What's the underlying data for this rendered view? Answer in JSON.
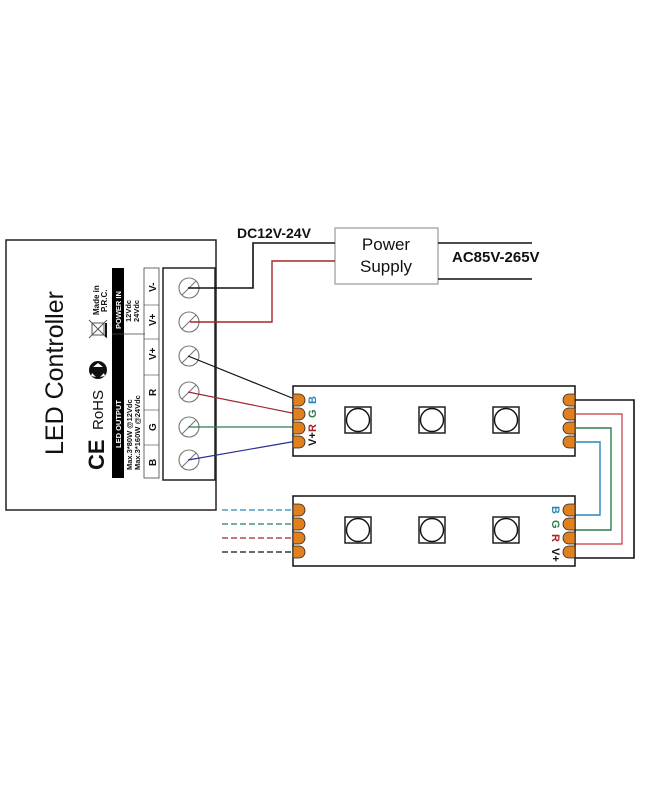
{
  "colors": {
    "black": "#111111",
    "red": "#a4262c",
    "green": "#2e7d4f",
    "blue_controller": "#2b2f8f",
    "blue_strip": "#2a86b8",
    "pad": "#e0801e",
    "label_bar": "#000000"
  },
  "controller": {
    "title": "LED Controller",
    "ce_mark": "CE",
    "rohs_mark": "RoHS",
    "recycle_icon": "recycle-icon",
    "weee_icon": "weee-bin-icon",
    "made_in_line1": "Made in",
    "made_in_line2": "P.R.C.",
    "power_in_header": "POWER IN",
    "power_in_line1": "12Vdc",
    "power_in_line2": "24Vdc",
    "led_output_header": "LED OUTPUT",
    "led_output_line1": "Max.3*80W @12Vdc",
    "led_output_line2": "Max.3*160W @24Vdc",
    "pins": [
      "B",
      "G",
      "R",
      "V+",
      "V+",
      "V-"
    ]
  },
  "power_supply": {
    "label_line1": "Power",
    "label_line2": "Supply",
    "dc_label": "DC12V-24V",
    "ac_label": "AC85V-265V"
  },
  "strip1": {
    "pins": [
      "V+",
      "R",
      "G",
      "B"
    ],
    "led_count": 3
  },
  "strip2": {
    "pins": [
      "B",
      "G",
      "R",
      "V+"
    ],
    "led_count": 3
  }
}
